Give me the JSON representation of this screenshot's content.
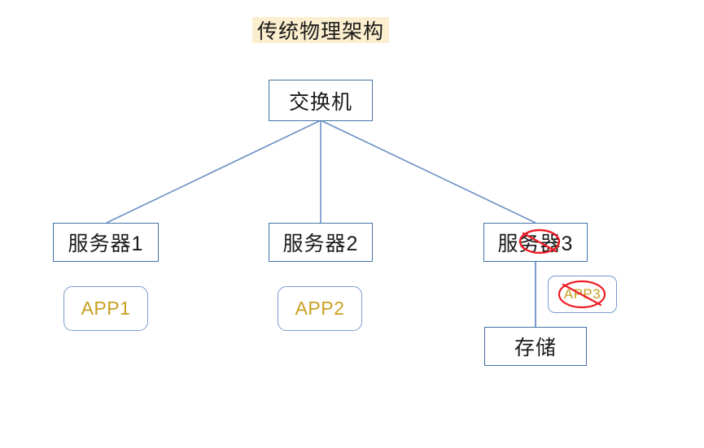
{
  "diagram": {
    "title": "传统物理架构",
    "background_color": "#ffffff",
    "title_highlight_color": "#fcefcf",
    "device_border_color": "#4472a8",
    "app_border_color": "#7b9ccf",
    "app_text_color": "#c8a020",
    "edge_color": "#6b8fc4",
    "strike_color": "#ee1c25"
  },
  "nodes": {
    "switch": {
      "label": "交换机"
    },
    "server1": {
      "label": "服务器1"
    },
    "server2": {
      "label": "服务器2"
    },
    "server3": {
      "label": "服务器3"
    },
    "storage": {
      "label": "存储"
    },
    "app1": {
      "label": "APP1"
    },
    "app2": {
      "label": "APP2"
    },
    "app3": {
      "label": "APP3"
    }
  },
  "annotations": {
    "server3_strike": {
      "target": "服务器3",
      "mark": "red-ellipse-cross-out"
    },
    "app3_strike": {
      "target": "APP3",
      "mark": "red-ellipse-cross-out"
    }
  }
}
